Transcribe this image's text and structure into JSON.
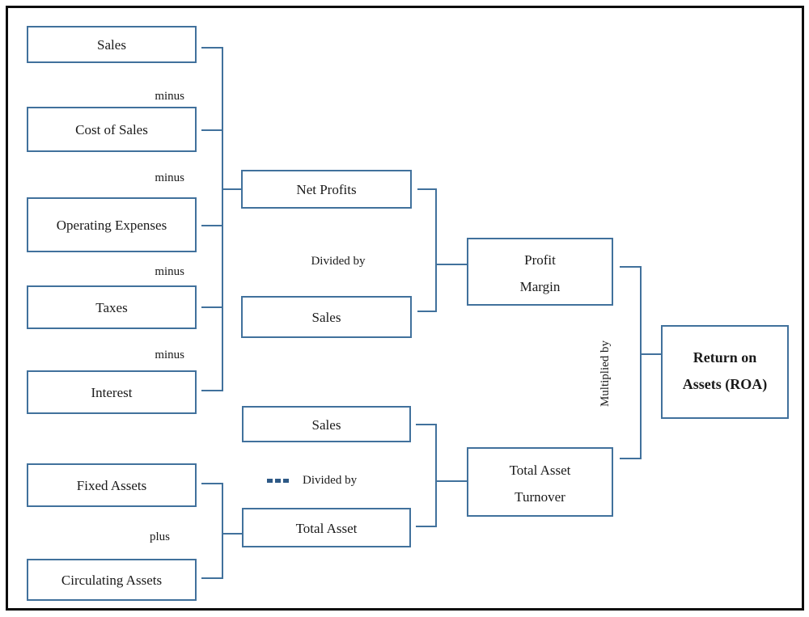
{
  "colors": {
    "box_border": "#41719c",
    "connector": "#41719c",
    "dots_marker": "#2e5986",
    "text": "#1a1a1a",
    "frame": "#0d0d0d"
  },
  "nodes": {
    "sales_top": {
      "label": "Sales"
    },
    "cost_of_sales": {
      "label": "Cost of Sales"
    },
    "operating_expenses": {
      "label": "Operating Expenses"
    },
    "taxes": {
      "label": "Taxes"
    },
    "interest": {
      "label": "Interest"
    },
    "fixed_assets": {
      "label": "Fixed Assets"
    },
    "circulating_assets": {
      "label": "Circulating Assets"
    },
    "net_profits": {
      "label": "Net Profits"
    },
    "sales_divisor": {
      "label": "Sales"
    },
    "sales_turnover": {
      "label": "Sales"
    },
    "total_asset": {
      "label": "Total Asset"
    },
    "profit_margin": {
      "line1": "Profit",
      "line2": "Margin"
    },
    "total_asset_turnover": {
      "line1": "Total Asset",
      "line2": "Turnover"
    },
    "return_on_assets": {
      "line1": "Return on",
      "line2": "Assets (ROA)"
    }
  },
  "operators": {
    "minus_1": "minus",
    "minus_2": "minus",
    "minus_3": "minus",
    "minus_4": "minus",
    "plus": "plus",
    "divided_by_top": "Divided by",
    "divided_by_bottom": "Divided by",
    "multiplied_by": "Multiplied by"
  }
}
